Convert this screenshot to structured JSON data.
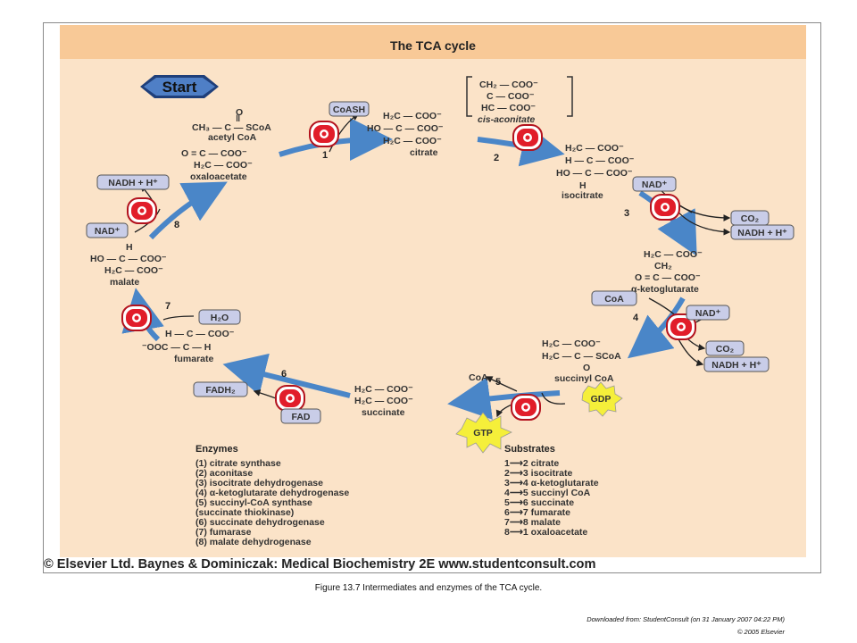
{
  "title": "The TCA cycle",
  "start_label": "Start",
  "steps": [
    "1",
    "2",
    "3",
    "4",
    "5",
    "6",
    "7",
    "8"
  ],
  "metabolites": {
    "acetyl_coa": {
      "lines": [
        "O",
        "‖",
        "CH₃ — C — SCoA"
      ],
      "name": "acetyl CoA"
    },
    "oxaloacetate": {
      "lines": [
        "O = C — COO⁻",
        "H₂C — COO⁻"
      ],
      "name": "oxaloacetate"
    },
    "citrate": {
      "lines": [
        "H₂C — COO⁻",
        "HO — C — COO⁻",
        "H₂C — COO⁻"
      ],
      "name": "citrate"
    },
    "cis_aconitate": {
      "lines": [
        "CH₂ — COO⁻",
        "C — COO⁻",
        "HC — COO⁻"
      ],
      "name": "cis-aconitate"
    },
    "isocitrate": {
      "lines": [
        "H₂C — COO⁻",
        "H — C — COO⁻",
        "HO — C — COO⁻",
        "H"
      ],
      "name": "isocitrate"
    },
    "alpha_ketoglutarate": {
      "lines": [
        "H₂C — COO⁻",
        "CH₂",
        "O = C — COO⁻"
      ],
      "name": "α-ketoglutarate"
    },
    "succinyl_coa": {
      "lines": [
        "H₂C — COO⁻",
        "H₂C — C — SCoA",
        "O"
      ],
      "name": "succinyl CoA"
    },
    "succinate": {
      "lines": [
        "H₂C — COO⁻",
        "H₂C — COO⁻"
      ],
      "name": "succinate"
    },
    "fumarate": {
      "lines": [
        "H — C — COO⁻",
        "⁻OOC — C — H"
      ],
      "name": "fumarate"
    },
    "malate": {
      "lines": [
        "H",
        "HO — C — COO⁻",
        "H₂C — COO⁻"
      ],
      "name": "malate"
    }
  },
  "cofactors": {
    "coash": "CoASH",
    "nad_3": "NAD⁺",
    "co2_3": "CO₂",
    "nadh_3": "NADH + H⁺",
    "coa_4": "CoA",
    "nad_4": "NAD⁺",
    "co2_4": "CO₂",
    "nadh_4": "NADH + H⁺",
    "coa_5": "CoA",
    "gdp": "GDP",
    "gtp": "GTP",
    "fadh2": "FADH₂",
    "fad": "FAD",
    "h2o": "H₂O",
    "nad_8": "NAD⁺",
    "nadh_8": "NADH + H⁺"
  },
  "enzymes": {
    "heading": "Enzymes",
    "items": [
      "(1)  citrate synthase",
      "(2)  aconitase",
      "(3)  isocitrate dehydrogenase",
      "(4)  α-ketoglutarate dehydrogenase",
      "(5)  succinyl-CoA synthase",
      "       (succinate thiokinase)",
      "(6)  succinate dehydrogenase",
      "(7)  fumarase",
      "(8)  malate dehydrogenase"
    ]
  },
  "substrates": {
    "heading": "Substrates",
    "items": [
      "1⟶2  citrate",
      "2⟶3  isocitrate",
      "3⟶4  α-ketoglutarate",
      "4⟶5  succinyl CoA",
      "5⟶6  succinate",
      "6⟶7  fumarate",
      "7⟶8  malate",
      "8⟶1  oxaloacetate"
    ]
  },
  "copyright_line": "© Elsevier Ltd. Baynes & Dominiczak: Medical Biochemistry 2E www.studentconsult.com",
  "caption": "Figure 13.7 Intermediates and enzymes of the TCA cycle.",
  "download_note": "Downloaded from: StudentConsult (on 31 January 2007 04:22 PM)",
  "copyright_small": "© 2005 Elsevier",
  "colors": {
    "panel": "#fbe3c8",
    "title_bar": "#f8c997",
    "arrow": "#4a86c8",
    "enzyme_fill": "#e11d2a",
    "cofactor_fill": "#c9cde8",
    "start_fill": "#4f7fc6",
    "gtp_fill": "#f5ef3a"
  }
}
